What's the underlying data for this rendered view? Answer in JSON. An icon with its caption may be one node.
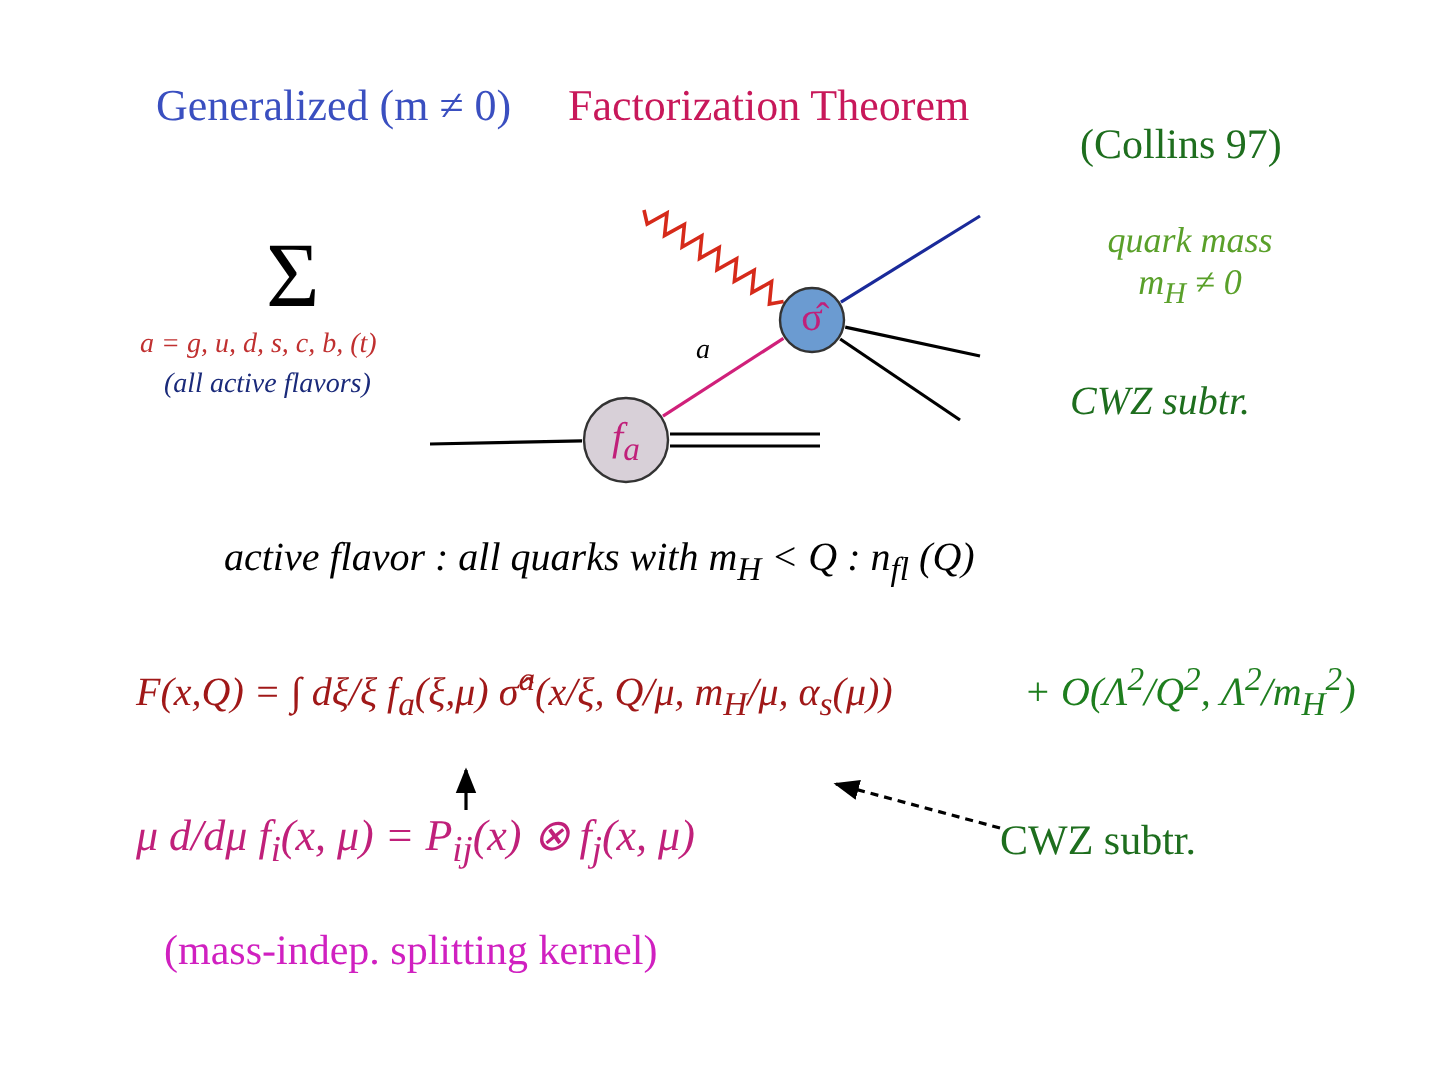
{
  "diagram": {
    "nodes": [
      {
        "text": [
          "f$_{a}$"
        ]
      },
      {
        "text": [
          "σ̂"
        ]
      },
      {
        "text": [
          "μ d/dμ f$_{i}$(x, μ) = P$_{ij}$(x) ⊗ f$_{j}$(x, μ)"
        ],
        "beside": [
          "(mass-indep. splitting kernel)"
        ]
      },
      {
        "text": [
          "CWZ subtr."
        ]
      }
    ],
    "edges": [
      {
        "from": null,
        "to": 0,
        "arrow": "none"
      },
      {
        "from": 0,
        "to": null,
        "arrow": "none"
      },
      {
        "from": 0,
        "to": 1,
        "arrow": "none",
        "label": "a",
        "color": "#d0207a"
      },
      {
        "from": null,
        "to": 1,
        "arrow": "none",
        "color": "#d62a1a"
      },
      {
        "from": 1,
        "to": null,
        "arrow": "none",
        "color": "#1a2a9a"
      },
      {
        "from": 1,
        "to": null,
        "arrow": "none"
      },
      {
        "from": 1,
        "to": null,
        "arrow": "none"
      },
      {
        "from": 2,
        "to": null,
        "arrow": "to"
      },
      {
        "from": 3,
        "to": null,
        "arrow": "to",
        "style": "dashed"
      }
    ],
    "labels": [
      "Generalized (m ≠ 0)",
      "Factorization Theorem",
      "(Collins 97)",
      "Σ",
      "a = g, u, d, s,  c, b, (t)",
      "(all active flavors)",
      "quark mass m$_{H}$ ≠ 0",
      "CWZ subtr.",
      "active flavor :  all quarks with m$_{H}$ < Q :  n$_{fl}$ (Q)",
      "F(x,Q) = ∫ dξ/ξ f$_{a}$(ξ,μ) σ̂$^{a}$(x/ξ, Q/μ, m$_{H}$/μ, α$_{s}$(μ))",
      "+ O(Λ$^{2}$/Q$^{2}$, Λ$^{2}$/m$_{H}$$^{2}$)"
    ]
  }
}
